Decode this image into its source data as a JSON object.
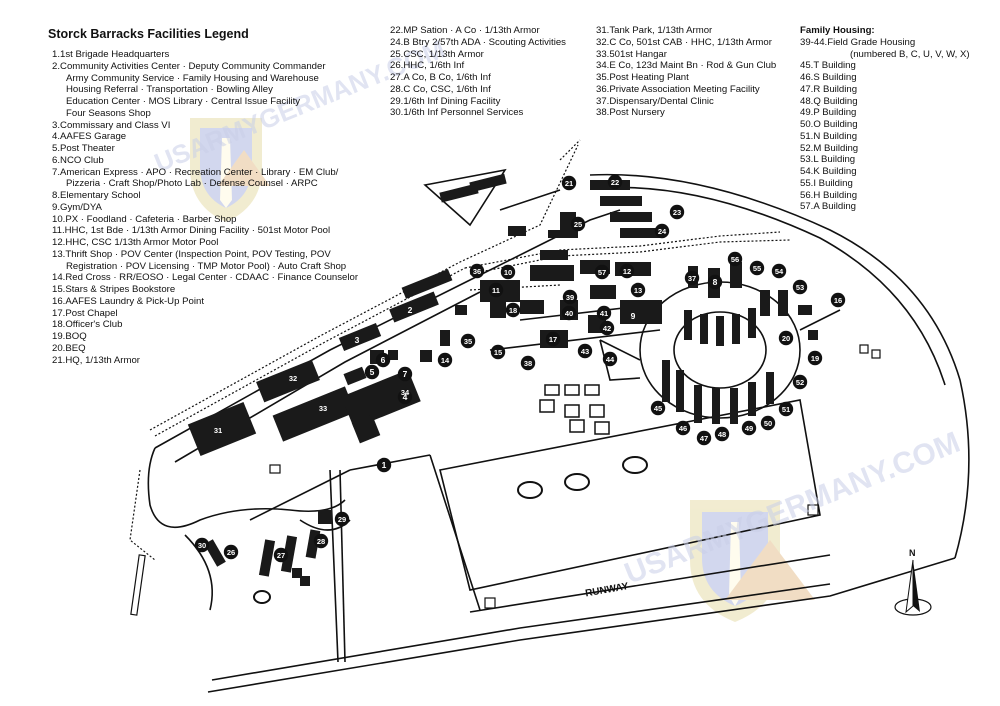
{
  "legend": {
    "title": "Storck Barracks Facilities Legend",
    "col1": [
      {
        "n": "1.",
        "t": "1st Brigade Headquarters"
      },
      {
        "n": "2.",
        "t": "Community Activities Center · Deputy Community Commander"
      },
      {
        "n": "",
        "t": "Army Community Service · Family Housing and Warehouse"
      },
      {
        "n": "",
        "t": "Housing Referral · Transportation · Bowling Alley"
      },
      {
        "n": "",
        "t": "Education Center · MOS Library · Central Issue Facility"
      },
      {
        "n": "",
        "t": "Four Seasons Shop"
      },
      {
        "n": "3.",
        "t": "Commissary and Class VI"
      },
      {
        "n": "4.",
        "t": "AAFES Garage"
      },
      {
        "n": "5.",
        "t": "Post Theater"
      },
      {
        "n": "6.",
        "t": "NCO Club"
      },
      {
        "n": "7.",
        "t": "American Express · APO · Recreation Center · Library · EM Club/"
      },
      {
        "n": "",
        "t": "Pizzeria · Craft Shop/Photo Lab · Defense Counsel · ARPC"
      },
      {
        "n": "8.",
        "t": "Elementary School"
      },
      {
        "n": "9.",
        "t": "Gym/DYA"
      },
      {
        "n": "10.",
        "t": "PX · Foodland · Cafeteria · Barber Shop"
      },
      {
        "n": "11.",
        "t": "HHC, 1st Bde · 1/13th Armor Dining Facility · 501st Motor Pool"
      },
      {
        "n": "12.",
        "t": "HHC, CSC 1/13th Armor Motor Pool"
      },
      {
        "n": "13.",
        "t": "Thrift Shop · POV Center (Inspection Point, POV Testing, POV"
      },
      {
        "n": "",
        "t": "Registration · POV Licensing · TMP Motor Pool) · Auto Craft Shop"
      },
      {
        "n": "14.",
        "t": "Red Cross · RR/EOSO · Legal Center · CDAAC · Finance Counselor"
      },
      {
        "n": "15.",
        "t": "Stars & Stripes Bookstore"
      },
      {
        "n": "16.",
        "t": "AAFES Laundry & Pick-Up Point"
      },
      {
        "n": "17.",
        "t": "Post Chapel"
      },
      {
        "n": "18.",
        "t": "Officer's Club"
      },
      {
        "n": "19.",
        "t": "BOQ"
      },
      {
        "n": "20.",
        "t": "BEQ"
      },
      {
        "n": "21.",
        "t": "HQ, 1/13th Armor"
      }
    ],
    "col2": [
      {
        "n": "22.",
        "t": "MP Sation · A Co · 1/13th Armor"
      },
      {
        "n": "24.",
        "t": "B Btry 2/57th ADA · Scouting Activities"
      },
      {
        "n": "25.",
        "t": "CSC, 1/13th Armor"
      },
      {
        "n": "26.",
        "t": "HHC, 1/6th Inf"
      },
      {
        "n": "27.",
        "t": "A Co, B Co, 1/6th Inf"
      },
      {
        "n": "28.",
        "t": "C Co, CSC, 1/6th Inf"
      },
      {
        "n": "29.",
        "t": "1/6th Inf Dining Facility"
      },
      {
        "n": "30.",
        "t": "1/6th Inf Personnel Services"
      }
    ],
    "col3": [
      {
        "n": "31.",
        "t": "Tank Park, 1/13th Armor"
      },
      {
        "n": "32.",
        "t": "C Co, 501st CAB · HHC, 1/13th Armor"
      },
      {
        "n": "33.",
        "t": "501st Hangar"
      },
      {
        "n": "34.",
        "t": "E Co, 123d Maint Bn · Rod & Gun Club"
      },
      {
        "n": "35.",
        "t": "Post Heating Plant"
      },
      {
        "n": "36.",
        "t": "Private Association Meeting Facility"
      },
      {
        "n": "37.",
        "t": "Dispensary/Dental Clinic"
      },
      {
        "n": "38.",
        "t": "Post Nursery"
      }
    ],
    "family_housing": {
      "title": "Family Housing:",
      "items": [
        {
          "n": "39-44.",
          "t": "Field Grade Housing"
        },
        {
          "n": "",
          "t": "(numbered B, C, U, V, W, X)"
        },
        {
          "n": "45.",
          "t": "T Building"
        },
        {
          "n": "46.",
          "t": "S Building"
        },
        {
          "n": "47.",
          "t": "R Building"
        },
        {
          "n": "48.",
          "t": "Q Building"
        },
        {
          "n": "49.",
          "t": "P Building"
        },
        {
          "n": "50.",
          "t": "O Building"
        },
        {
          "n": "51.",
          "t": "N Building"
        },
        {
          "n": "52.",
          "t": "M Building"
        },
        {
          "n": "53.",
          "t": "L Building"
        },
        {
          "n": "54.",
          "t": "K Building"
        },
        {
          "n": "55.",
          "t": "I Building"
        },
        {
          "n": "56.",
          "t": "H Building"
        },
        {
          "n": "57.",
          "t": "A Building"
        }
      ]
    }
  },
  "map": {
    "runway_label": "RUNWAY",
    "north_label": "N",
    "markers": [
      "1",
      "2",
      "3",
      "4",
      "5",
      "6",
      "7",
      "8",
      "9",
      "10",
      "11",
      "12",
      "13",
      "14",
      "15",
      "16",
      "17",
      "18",
      "19",
      "20",
      "21",
      "22",
      "23",
      "24",
      "25",
      "26",
      "27",
      "28",
      "29",
      "30",
      "31",
      "32",
      "33",
      "34",
      "35",
      "36",
      "37",
      "38",
      "39",
      "40",
      "41",
      "42",
      "43",
      "44",
      "45",
      "46",
      "47",
      "48",
      "49",
      "50",
      "51",
      "52",
      "53",
      "54",
      "55",
      "56",
      "57"
    ],
    "watermark": "USARMYGERMANY.COM"
  },
  "colors": {
    "ink": "#111111",
    "building": "#1a1a1a",
    "marker_fill": "#111111",
    "marker_text": "#ffffff",
    "watermark": "#c9cfe8"
  }
}
